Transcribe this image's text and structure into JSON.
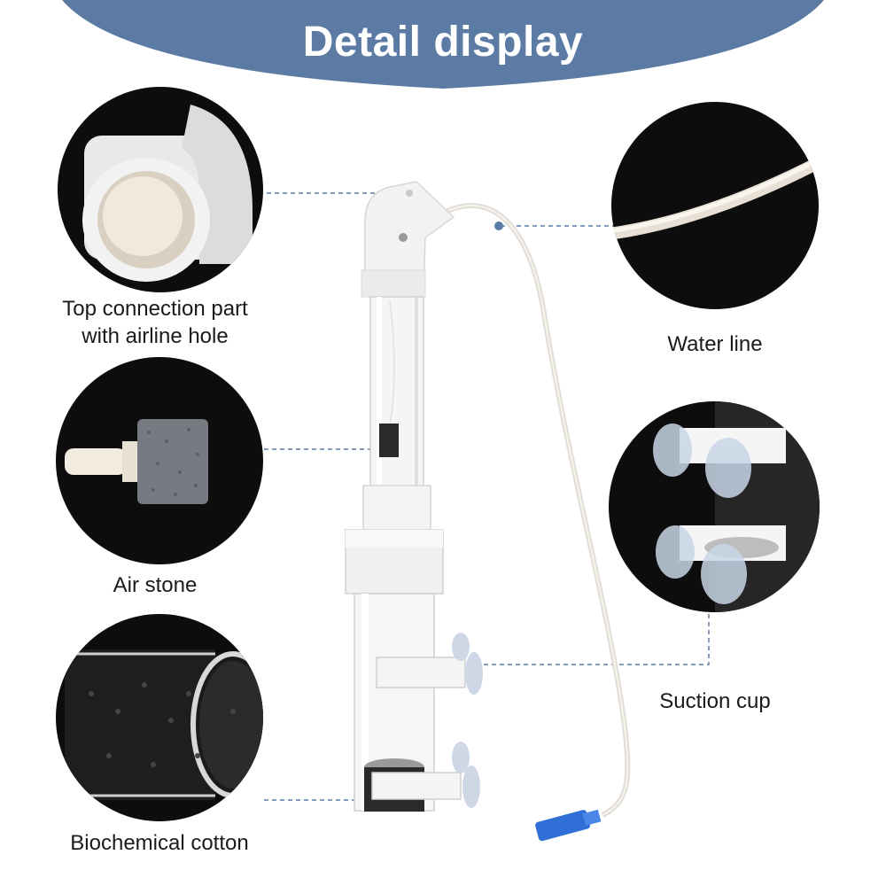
{
  "header": {
    "title": "Detail display",
    "banner_color": "#5b7ba5"
  },
  "callouts": {
    "top_connection": {
      "icon": "pvc-elbow-icon",
      "label_line1": "Top connection part",
      "label_line2": "with airline hole"
    },
    "air_stone": {
      "icon": "air-stone-icon",
      "label": "Air stone"
    },
    "biochemical_cotton": {
      "icon": "sponge-tube-icon",
      "label": "Biochemical cotton"
    },
    "water_line": {
      "icon": "tubing-icon",
      "label": "Water line"
    },
    "suction_cup": {
      "icon": "suction-cup-icon",
      "label": "Suction cup"
    }
  },
  "colors": {
    "callout_bg": "#0d0d0d",
    "leader_line": "#5b7ba5",
    "connector": "#2f6fd6"
  }
}
